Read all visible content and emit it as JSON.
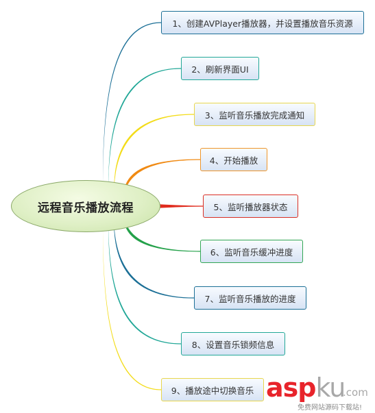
{
  "root": {
    "label": "远程音乐播放流程"
  },
  "branches": [
    {
      "label": "1、创建AVPlayer播放器，并设置播放音乐资源",
      "color": "#1b6f96"
    },
    {
      "label": "2、刷新界面UI",
      "color": "#21a797"
    },
    {
      "label": "3、监听音乐播放完成通知",
      "color": "#f3dc1a"
    },
    {
      "label": "4、开始播放",
      "color": "#f08a13"
    },
    {
      "label": "5、监听播放器状态",
      "color": "#e02c1e"
    },
    {
      "label": "6、监听音乐缓冲进度",
      "color": "#24a14a"
    },
    {
      "label": "7、监听音乐播放的进度",
      "color": "#1b6f96"
    },
    {
      "label": "8、设置音乐锁频信息",
      "color": "#21a797"
    },
    {
      "label": "9、播放途中切换音乐",
      "color": "#f3dc1a"
    }
  ],
  "watermark": {
    "brand_red": "asp",
    "brand_gray": "ku",
    "suffix": ".com",
    "subtitle": "免费网站源码下载站!"
  }
}
